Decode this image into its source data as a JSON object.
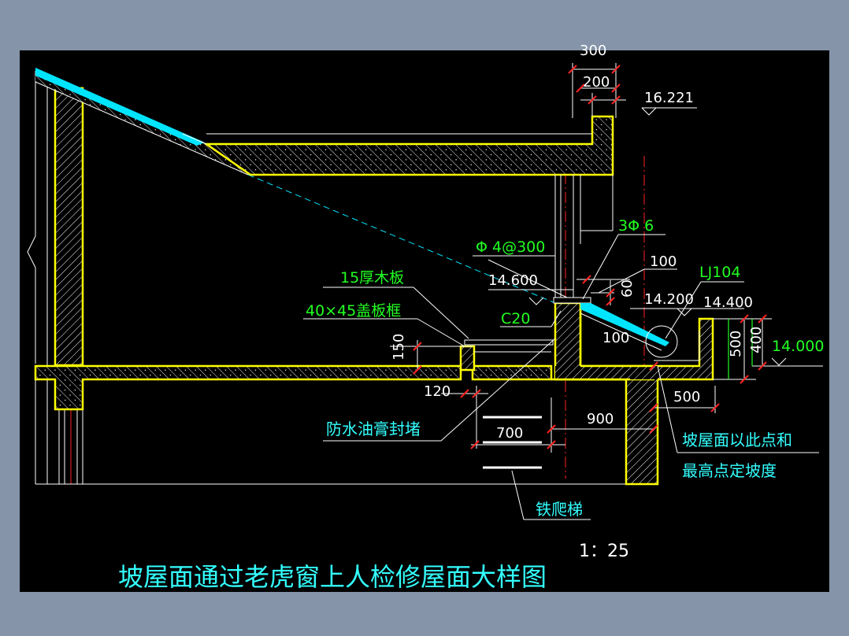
{
  "drawing": {
    "title": "坡屋面通过老虎窗上人检修屋面大样图",
    "scale": "1：25",
    "colors": {
      "frame_bg": "#8594a8",
      "canvas": "#000000",
      "structure": "#ffff00",
      "hatch": "#ffffff",
      "slope_roof": "#00e5ff",
      "dimension": "#ffffff",
      "dim_tick": "#ff2222",
      "axis": "#ff2222",
      "label_green": "#22ff22",
      "label_cyan": "#33ffff"
    }
  },
  "dimensions": {
    "d300": "300",
    "d200": "200",
    "d100_top": "100",
    "d60": "60",
    "d100_mid": "100",
    "d150": "150",
    "d120": "120",
    "d700": "700",
    "d900": "900",
    "d500_h": "500",
    "d500_v": "500",
    "d400_v": "400"
  },
  "elevations": {
    "e16221": "16.221",
    "e14600": "14.600",
    "e14200": "14.200",
    "e14400": "14.400",
    "e14000": "14.000"
  },
  "labels": {
    "rebar_main": "3Φ 6",
    "rebar_stirrup": "Φ 4@300",
    "wood_board": "15厚木板",
    "cover_frame": "40×45盖板框",
    "concrete": "C20",
    "gutter": "LJ104",
    "sealant": "防水油膏封堵",
    "slope_note_1": "坡屋面以此点和",
    "slope_note_2": "最高点定坡度",
    "ladder": "铁爬梯"
  }
}
